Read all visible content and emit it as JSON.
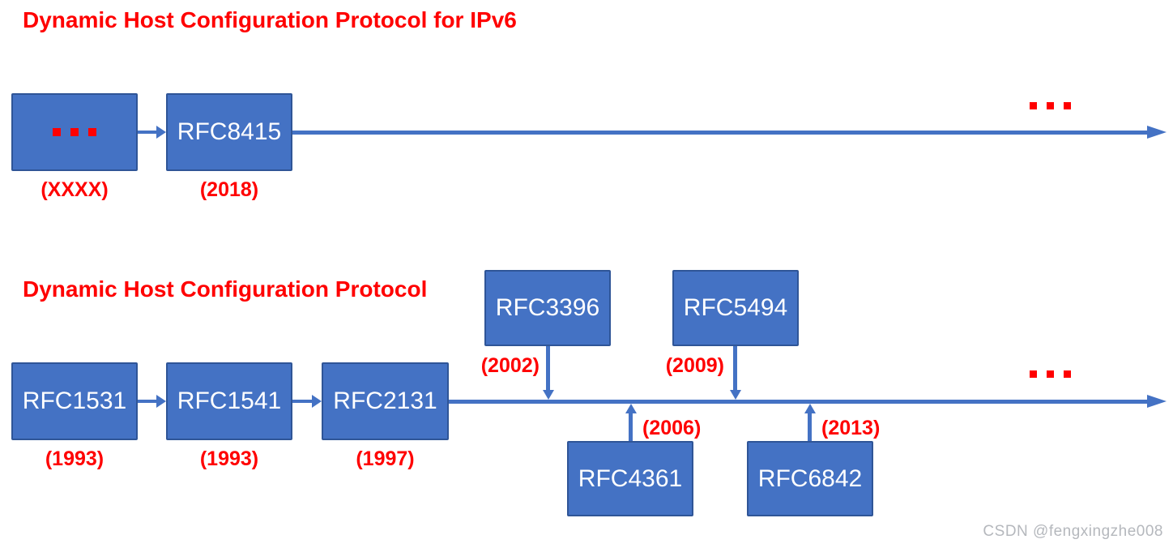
{
  "section_ipv6": {
    "title": "Dynamic Host Configuration Protocol for IPv6",
    "predecessor_box": {
      "label": "...",
      "year": "(XXXX)"
    },
    "rfc_box": {
      "label": "RFC8415",
      "year": "(2018)"
    },
    "timeline_ellipsis": "..."
  },
  "section_dhcp": {
    "title": "Dynamic Host Configuration Protocol",
    "main_boxes": [
      {
        "label": "RFC1531",
        "year": "(1993)"
      },
      {
        "label": "RFC1541",
        "year": "(1993)"
      },
      {
        "label": "RFC2131",
        "year": "(1997)"
      }
    ],
    "update_boxes_above": [
      {
        "label": "RFC3396",
        "year": "(2002)"
      },
      {
        "label": "RFC5494",
        "year": "(2009)"
      }
    ],
    "update_boxes_below": [
      {
        "label": "RFC4361",
        "year": "(2006)"
      },
      {
        "label": "RFC6842",
        "year": "(2013)"
      }
    ],
    "timeline_ellipsis": "..."
  },
  "watermark": "CSDN @fengxingzhe008",
  "colors": {
    "box_fill": "#4472C4",
    "box_border": "#2F5597",
    "arrow": "#4472C4",
    "accent_red": "#FF0000",
    "watermark_gray": "#B5B8BD"
  }
}
